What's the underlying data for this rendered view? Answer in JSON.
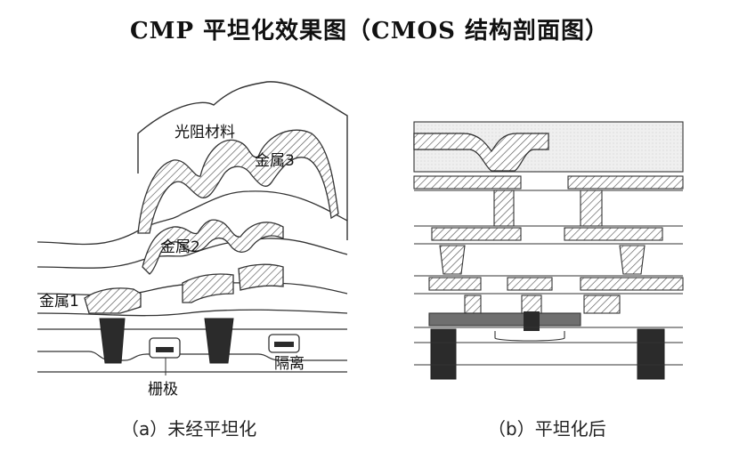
{
  "title": "CMP 平坦化效果图（CMOS 结构剖面图）",
  "panel_a": {
    "caption": "（a）未经平坦化",
    "labels": {
      "photoresist": "光阻材料",
      "metal3": "金属3",
      "metal2": "金属2",
      "metal1": "金属1",
      "gate": "栅极",
      "isolation": "隔离"
    }
  },
  "panel_b": {
    "caption": "（b）平坦化后"
  },
  "colors": {
    "line": "#333333",
    "hatch": "#555555",
    "dark_fill": "#2b2b2b",
    "mid_fill": "#6f6f6f",
    "light_fill": "#d9d9d9"
  }
}
